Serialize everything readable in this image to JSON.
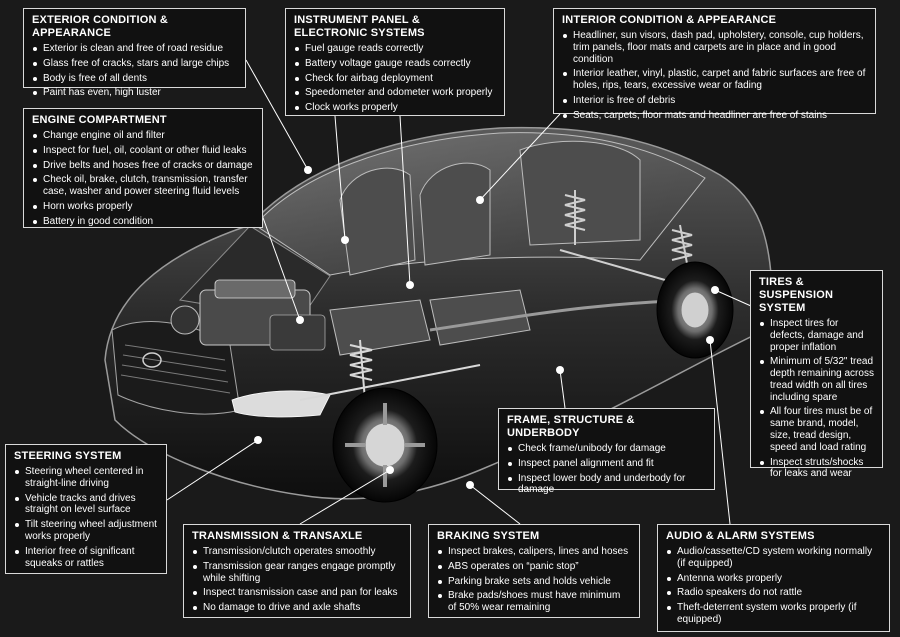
{
  "exterior": {
    "title": "EXTERIOR CONDITION & APPEARANCE",
    "items": [
      "Exterior is clean and free of road residue",
      "Glass free of cracks, stars and large chips",
      "Body is free of all dents",
      "Paint has even, high luster"
    ]
  },
  "instrument": {
    "title": "INSTRUMENT PANEL & ELECTRONIC SYSTEMS",
    "items": [
      "Fuel gauge reads correctly",
      "Battery voltage gauge reads correctly",
      "Check for airbag deployment",
      "Speedometer and odometer work properly",
      "Clock works properly"
    ]
  },
  "interior": {
    "title": "INTERIOR CONDITION & APPEARANCE",
    "items": [
      "Headliner, sun visors, dash pad, upholstery, console, cup holders, trim panels, floor mats and carpets are in place and in good condition",
      "Interior leather, vinyl, plastic, carpet and fabric surfaces are free of holes, rips, tears, excessive wear or fading",
      "Interior is free of debris",
      "Seats, carpets, floor mats and headliner are free of stains"
    ]
  },
  "engine": {
    "title": "ENGINE COMPARTMENT",
    "items": [
      "Change engine oil and filter",
      "Inspect for fuel, oil, coolant or other fluid leaks",
      "Drive belts and hoses free of cracks or damage",
      "Check oil, brake, clutch, transmission, transfer case, washer and power steering fluid levels",
      "Horn works properly",
      "Battery in good condition"
    ]
  },
  "tires": {
    "title": "TIRES & SUSPENSION SYSTEM",
    "items": [
      "Inspect tires for defects, damage and proper inflation",
      "Minimum of 5/32\" tread depth remaining across tread width on all tires including spare",
      "All four tires must be of same brand, model, size, tread design, speed and load rating",
      "Inspect struts/shocks for leaks and wear"
    ]
  },
  "frame": {
    "title": "FRAME, STRUCTURE & UNDERBODY",
    "items": [
      "Check frame/unibody for damage",
      "Inspect panel alignment and fit",
      "Inspect lower body and underbody for damage"
    ]
  },
  "steering": {
    "title": "STEERING SYSTEM",
    "items": [
      "Steering wheel centered in straight-line driving",
      "Vehicle tracks and drives straight on level surface",
      "Tilt steering wheel adjustment works properly",
      "Interior free of significant squeaks or rattles"
    ]
  },
  "transmission": {
    "title": "TRANSMISSION & TRANSAXLE",
    "items": [
      "Transmission/clutch operates smoothly",
      "Transmission gear ranges engage promptly while shifting",
      "Inspect transmission case and pan for leaks",
      "No damage to drive and axle shafts"
    ]
  },
  "braking": {
    "title": "BRAKING SYSTEM",
    "items": [
      "Inspect brakes, calipers, lines and hoses",
      "ABS operates on “panic stop”",
      "Parking brake sets and holds vehicle",
      "Brake pads/shoes must have minimum of 50% wear remaining"
    ]
  },
  "audio": {
    "title": "AUDIO & ALARM SYSTEMS",
    "items": [
      "Audio/cassette/CD system working normally (if equipped)",
      "Antenna works properly",
      "Radio speakers do not rattle",
      "Theft-deterrent system works properly (if equipped)"
    ]
  }
}
